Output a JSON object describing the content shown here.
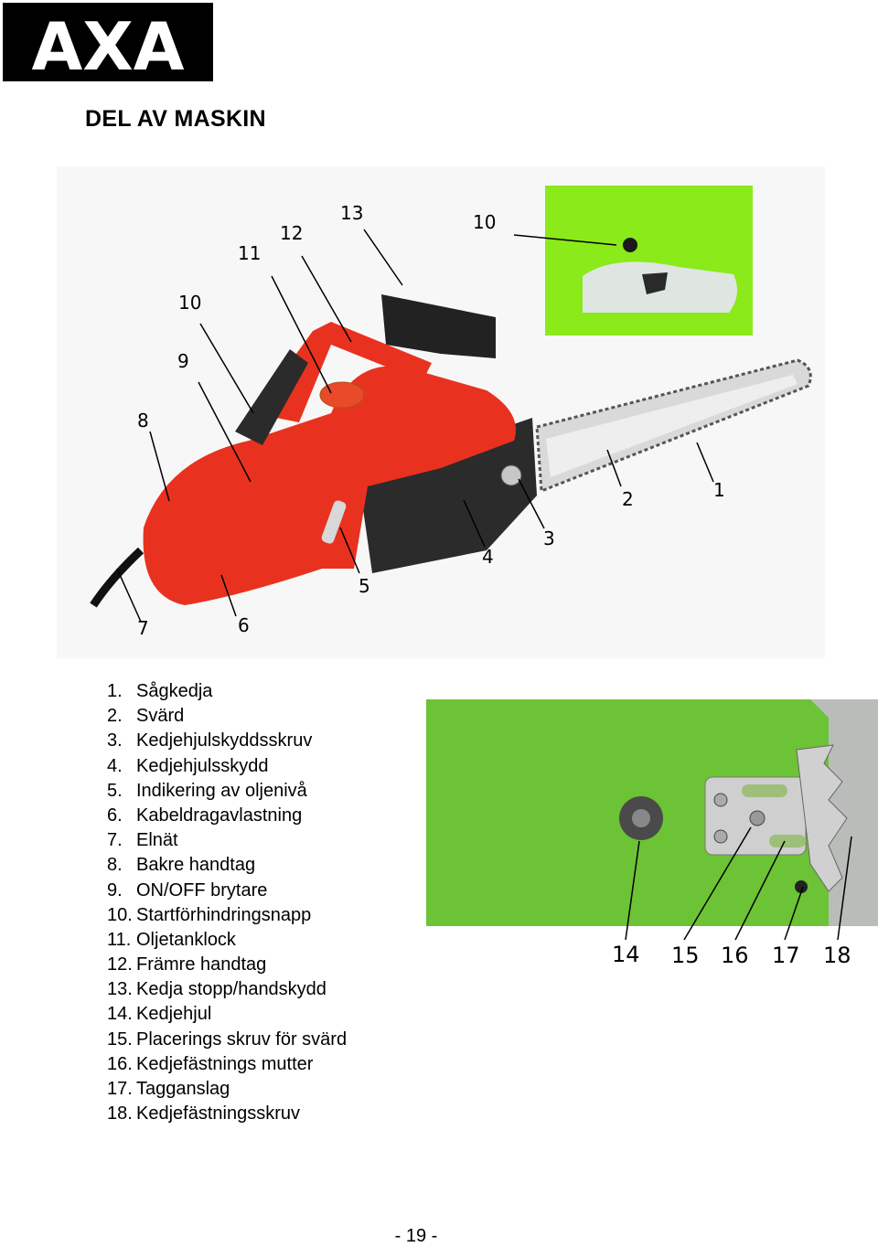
{
  "brand": {
    "logo_text": "AXA"
  },
  "heading": "DEL AV MASKIN",
  "main_callouts": [
    "1",
    "2",
    "3",
    "4",
    "5",
    "6",
    "7",
    "8",
    "9",
    "10",
    "11",
    "12",
    "13",
    "10"
  ],
  "detail_callouts": [
    "14",
    "15",
    "16",
    "17",
    "18"
  ],
  "parts": [
    {
      "num": "1.",
      "name": "Sågkedja"
    },
    {
      "num": "2.",
      "name": "Svärd"
    },
    {
      "num": "3.",
      "name": "Kedjehjulskyddsskruv"
    },
    {
      "num": "4.",
      "name": "Kedjehjulsskydd"
    },
    {
      "num": "5.",
      "name": "Indikering av oljenivå"
    },
    {
      "num": "6.",
      "name": "Kabeldragavlastning"
    },
    {
      "num": "7.",
      "name": "Elnät"
    },
    {
      "num": "8.",
      "name": "Bakre handtag"
    },
    {
      "num": "9.",
      "name": "ON/OFF brytare"
    },
    {
      "num": "10.",
      "name": "Startförhindringsnapp"
    },
    {
      "num": "11.",
      "name": "Oljetanklock"
    },
    {
      "num": "12.",
      "name": "Främre handtag"
    },
    {
      "num": "13.",
      "name": "Kedja stopp/handskydd"
    },
    {
      "num": "14.",
      "name": "Kedjehjul"
    },
    {
      "num": "15.",
      "name": "Placerings skruv för svärd"
    },
    {
      "num": "16.",
      "name": "Kedjefästnings mutter"
    },
    {
      "num": "17.",
      "name": "Tagganslag"
    },
    {
      "num": "18.",
      "name": "Kedjefästningsskruv"
    }
  ],
  "page_number": "- 19 -",
  "colors": {
    "body_red": "#e8321f",
    "housing_black": "#2b2b2b",
    "housing_green": "#6cc335",
    "handle_green": "#8bea1a"
  }
}
